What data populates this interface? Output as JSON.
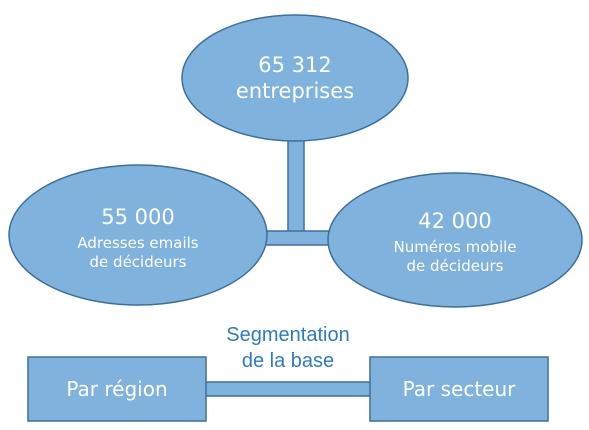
{
  "diagram": {
    "top_node": {
      "value": "65 312",
      "label": "entreprises"
    },
    "left_node": {
      "value": "55 000",
      "label_line1": "Adresses emails",
      "label_line2": "de décideurs"
    },
    "right_node": {
      "value": "42 000",
      "label_line1": "Numéros mobile",
      "label_line2": "de décideurs"
    },
    "segmentation": {
      "title_line1": "Segmentation",
      "title_line2": "de la base",
      "left_box": "Par région",
      "right_box": "Par secteur"
    },
    "colors": {
      "fill": "#7fb2dc",
      "stroke": "#3d6f9c",
      "title": "#2e7bc4"
    }
  }
}
